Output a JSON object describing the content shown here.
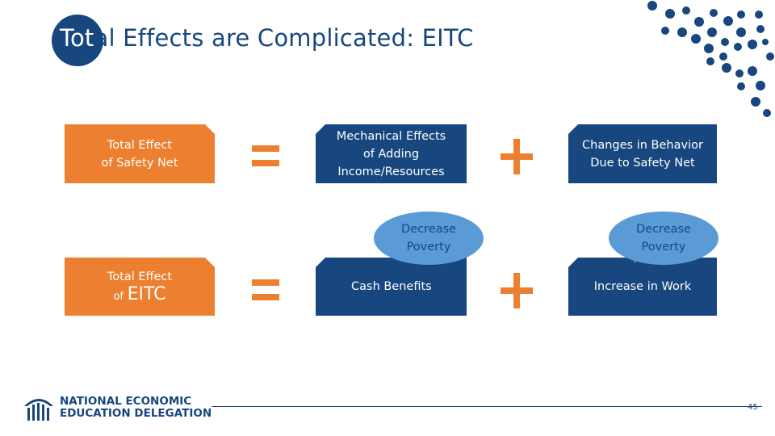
{
  "slide": {
    "title": "Total Effects are Complicated: EITC",
    "page_number": "45"
  },
  "row1": {
    "left": "Total Effect\nof Safety Net",
    "equals": "=",
    "middle": "Mechanical Effects\nof Adding\nIncome/Resources",
    "plus": "+",
    "right": "Changes in Behavior\nDue to Safety Net"
  },
  "row2": {
    "left_line1": "Total Effect",
    "left_of": "of",
    "left_big": "EITC",
    "equals": "=",
    "middle": "Cash Benefits",
    "plus": "+",
    "right": "Increase in Work"
  },
  "bubbles": {
    "middle": "Decrease\nPoverty",
    "right": "Decrease\nPoverty"
  },
  "footer": {
    "org_line1": "NATIONAL ECONOMIC",
    "org_line2": "EDUCATION DELEGATION"
  },
  "colors": {
    "navy": "#17477e",
    "orange": "#ec8030",
    "light_blue": "#5a9bd5"
  }
}
